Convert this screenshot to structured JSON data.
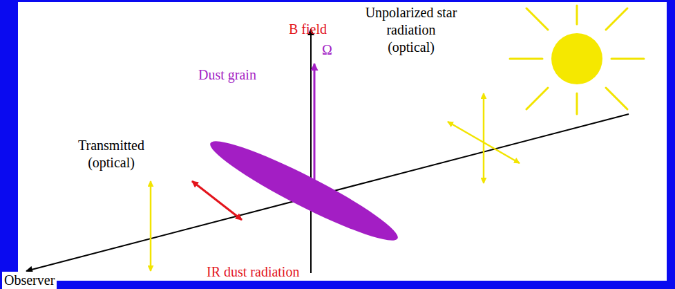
{
  "diagram": {
    "labels": [
      "B field",
      "Ω",
      "Unpolarized star radiation (optical)",
      "Dust grain",
      "Transmitted (optical)",
      "IR dust radiation",
      "Observer"
    ]
  }
}
